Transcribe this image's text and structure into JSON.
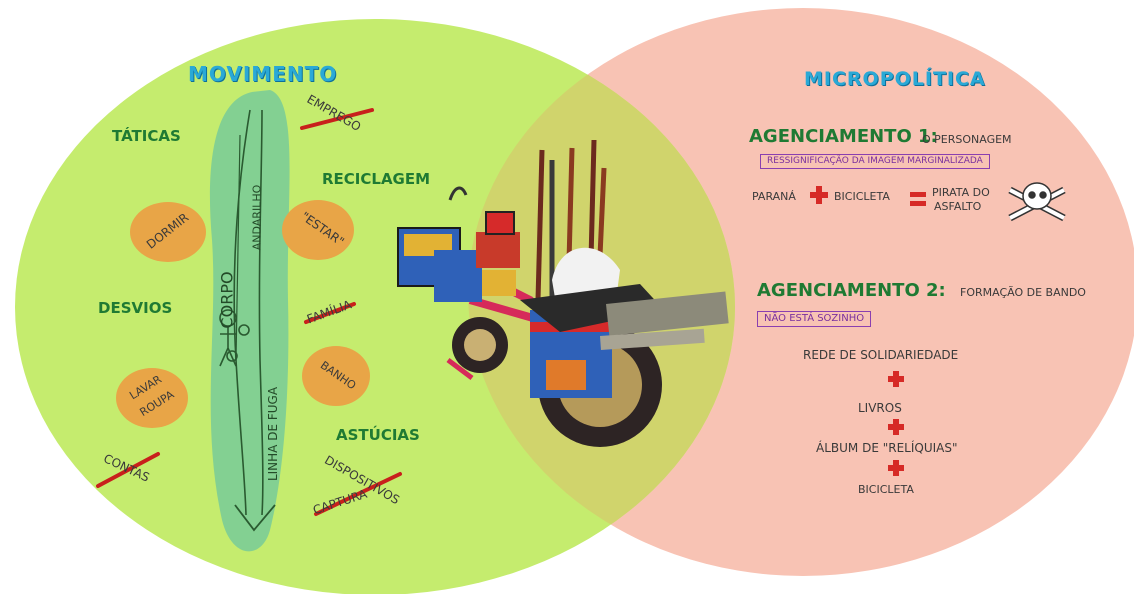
{
  "movimento": {
    "title": "MOVIMENTO",
    "taticas": "TÁTICAS",
    "desvios": "DESVIOS",
    "reciclagem": "RECICLAGEM",
    "astucias": "ASTÚCIAS",
    "dormir": "DORMIR",
    "lavar_roupa_1": "LAVAR",
    "lavar_roupa_2": "ROUPA",
    "estar": "\"ESTAR\"",
    "banho": "BANHO",
    "emprego": "EMPREGO",
    "familia": "FAMÍLIA",
    "contas": "CONTAS",
    "dispositivos": "DISPOSITIVOS",
    "captura": "CAPTURA",
    "corpo": "CORPO",
    "andarilho": "ANDARILHO",
    "linha_de_fuga": "LINHA DE FUGA"
  },
  "micropolitica": {
    "title": "MICROPOLÍTICA",
    "ag1_title": "AGENCIAMENTO 1:",
    "ag1_sub": "O PERSONAGEM",
    "ag1_bracket": "RESSIGNIFICAÇÃO DA IMAGEM MARGINALIZADA",
    "parana": "PARANÁ",
    "bicicleta": "BICICLETA",
    "pirata_1": "PIRATA DO",
    "pirata_2": "ASFALTO",
    "ag2_title": "AGENCIAMENTO 2:",
    "ag2_sub": "FORMAÇÃO DE BANDO",
    "ag2_bracket": "NÃO ESTÁ SOZINHO",
    "rede": "REDE DE SOLIDARIEDADE",
    "livros": "LIVROS",
    "album": "ÁLBUM DE \"RELÍQUIAS\"",
    "bicicleta2": "BICICLETA"
  },
  "colors": {
    "left_circle": "#c5ec6e",
    "right_circle": "#f8c3b4",
    "overlap": "#cfd56a",
    "oval": "#e8a547",
    "path": "#7fcf94",
    "strike": "#c8201c",
    "plus": "#d62a26"
  }
}
